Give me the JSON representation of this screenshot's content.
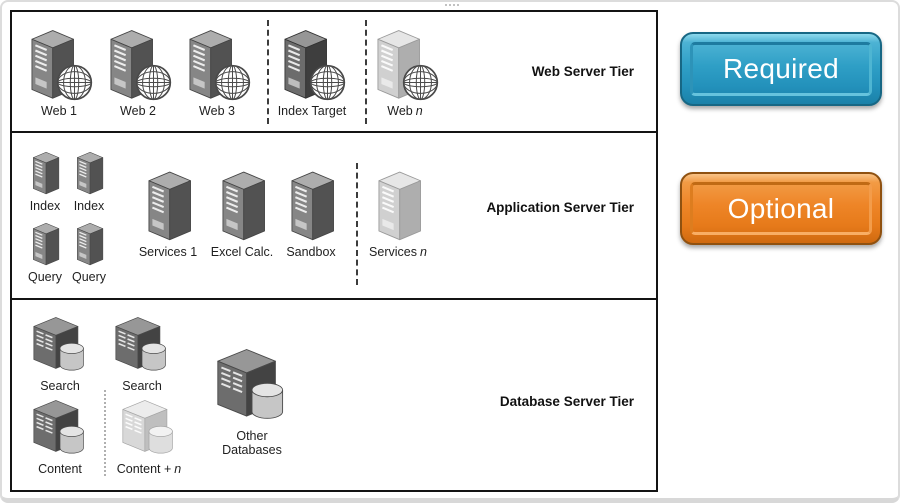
{
  "colors": {
    "required_blue": "#2e9ec6",
    "optional_orange": "#ed8426",
    "server_gray": "#868686",
    "server_optional_light": "#d0d0d0",
    "database_gray": "#6d6d6d"
  },
  "icons": {
    "web_server": "server-tower-with-globe-icon",
    "app_server": "server-tower-icon",
    "database_server": "database-server-with-cylinder-icon",
    "globe": "globe-icon"
  },
  "tiers": [
    {
      "label": "Web Server Tier",
      "nodes": [
        {
          "label": "Web 1"
        },
        {
          "label": "Web 2"
        },
        {
          "label": "Web 3"
        },
        {
          "label": "Index Target"
        },
        {
          "label": "Web",
          "italic_suffix": "n"
        }
      ]
    },
    {
      "label": "Application Server Tier",
      "nodes": [
        {
          "label": "Index"
        },
        {
          "label": "Index"
        },
        {
          "label": "Query"
        },
        {
          "label": "Query"
        },
        {
          "label": "Services 1"
        },
        {
          "label": "Excel Calc."
        },
        {
          "label": "Sandbox"
        },
        {
          "label": "Services",
          "italic_suffix": "n"
        }
      ]
    },
    {
      "label": "Database Server Tier",
      "nodes": [
        {
          "label": "Search"
        },
        {
          "label": "Search"
        },
        {
          "label": "Content"
        },
        {
          "label": "Content +",
          "italic_suffix": "n"
        },
        {
          "label_line1": "Other",
          "label_line2": "Databases"
        }
      ]
    }
  ],
  "legend": {
    "buttons": [
      {
        "label": "Required"
      },
      {
        "label": "Optional"
      }
    ]
  }
}
